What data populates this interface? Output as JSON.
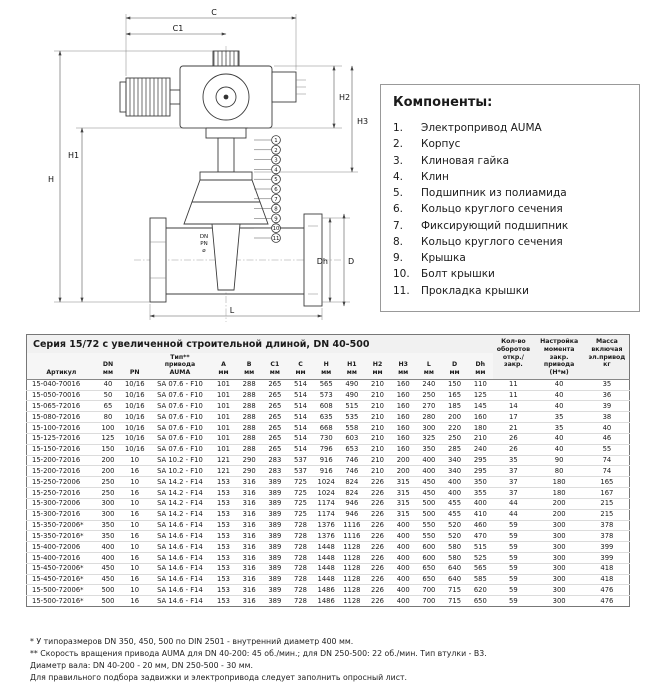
{
  "drawing": {
    "dims": {
      "C": "C",
      "C1": "C1",
      "H": "H",
      "H1": "H1",
      "H2": "H2",
      "H3": "H3",
      "L": "L",
      "D": "D",
      "Dh": "Dh"
    },
    "callouts": [
      "1",
      "2",
      "3",
      "4",
      "5",
      "6",
      "7",
      "8",
      "9",
      "10",
      "11"
    ],
    "body_marks": [
      "DN",
      "PN",
      "⌀"
    ]
  },
  "components": {
    "title": "Компоненты:",
    "items": [
      {
        "num": "1.",
        "label": "Электропривод AUMA"
      },
      {
        "num": "2.",
        "label": "Корпус"
      },
      {
        "num": "3.",
        "label": "Клиновая гайка"
      },
      {
        "num": "4.",
        "label": "Клин"
      },
      {
        "num": "5.",
        "label": "Подшипник из полиамида"
      },
      {
        "num": "6.",
        "label": "Кольцо круглого сечения"
      },
      {
        "num": "7.",
        "label": "Фиксирующий подшипник"
      },
      {
        "num": "8.",
        "label": "Кольцо круглого сечения"
      },
      {
        "num": "9.",
        "label": "Крышка"
      },
      {
        "num": "10.",
        "label": "Болт крышки"
      },
      {
        "num": "11.",
        "label": "Прокладка крышки"
      }
    ]
  },
  "table": {
    "title": "Серия 15/72 с увеличенной строительной длиной, DN 40-500",
    "columns": [
      "Артикул",
      "DN\nмм",
      "PN",
      "Тип**\nпривода\nAUMA",
      "A\nмм",
      "B\nмм",
      "C1\nмм",
      "C\nмм",
      "H\nмм",
      "H1\nмм",
      "H2\nмм",
      "H3\nмм",
      "L\nмм",
      "D\nмм",
      "Dh\nмм"
    ],
    "extra_columns": [
      "Кол-во\nоборотов\nоткр./закр.",
      "Настройка\nмомента закр.\nпривода\n(Н*м)",
      "Масса\nвключая\nэл.привод\nкг"
    ],
    "rows": [
      [
        "15-040-70016",
        "40",
        "10/16",
        "SA 07.6 - F10",
        "101",
        "288",
        "265",
        "514",
        "565",
        "490",
        "210",
        "160",
        "240",
        "150",
        "110",
        "11",
        "40",
        "35"
      ],
      [
        "15-050-70016",
        "50",
        "10/16",
        "SA 07.6 - F10",
        "101",
        "288",
        "265",
        "514",
        "573",
        "490",
        "210",
        "160",
        "250",
        "165",
        "125",
        "11",
        "40",
        "36"
      ],
      [
        "15-065-72016",
        "65",
        "10/16",
        "SA 07.6 - F10",
        "101",
        "288",
        "265",
        "514",
        "608",
        "515",
        "210",
        "160",
        "270",
        "185",
        "145",
        "14",
        "40",
        "39"
      ],
      [
        "15-080-72016",
        "80",
        "10/16",
        "SA 07.6 - F10",
        "101",
        "288",
        "265",
        "514",
        "635",
        "535",
        "210",
        "160",
        "280",
        "200",
        "160",
        "17",
        "35",
        "38"
      ],
      [
        "15-100-72016",
        "100",
        "10/16",
        "SA 07.6 - F10",
        "101",
        "288",
        "265",
        "514",
        "668",
        "558",
        "210",
        "160",
        "300",
        "220",
        "180",
        "21",
        "35",
        "40"
      ],
      [
        "15-125-72016",
        "125",
        "10/16",
        "SA 07.6 - F10",
        "101",
        "288",
        "265",
        "514",
        "730",
        "603",
        "210",
        "160",
        "325",
        "250",
        "210",
        "26",
        "40",
        "46"
      ],
      [
        "15-150-72016",
        "150",
        "10/16",
        "SA 07.6 - F10",
        "101",
        "288",
        "265",
        "514",
        "796",
        "653",
        "210",
        "160",
        "350",
        "285",
        "240",
        "26",
        "40",
        "55"
      ],
      [
        "15-200-72016",
        "200",
        "10",
        "SA 10.2 - F10",
        "121",
        "290",
        "283",
        "537",
        "916",
        "746",
        "210",
        "200",
        "400",
        "340",
        "295",
        "35",
        "90",
        "74"
      ],
      [
        "15-200-72016",
        "200",
        "16",
        "SA 10.2 - F10",
        "121",
        "290",
        "283",
        "537",
        "916",
        "746",
        "210",
        "200",
        "400",
        "340",
        "295",
        "37",
        "80",
        "74"
      ],
      [
        "15-250-72006",
        "250",
        "10",
        "SA 14.2 - F14",
        "153",
        "316",
        "389",
        "725",
        "1024",
        "824",
        "226",
        "315",
        "450",
        "400",
        "350",
        "37",
        "180",
        "165"
      ],
      [
        "15-250-72016",
        "250",
        "16",
        "SA 14.2 - F14",
        "153",
        "316",
        "389",
        "725",
        "1024",
        "824",
        "226",
        "315",
        "450",
        "400",
        "355",
        "37",
        "180",
        "167"
      ],
      [
        "15-300-72006",
        "300",
        "10",
        "SA 14.2 - F14",
        "153",
        "316",
        "389",
        "725",
        "1174",
        "946",
        "226",
        "315",
        "500",
        "455",
        "400",
        "44",
        "200",
        "215"
      ],
      [
        "15-300-72016",
        "300",
        "16",
        "SA 14.2 - F14",
        "153",
        "316",
        "389",
        "725",
        "1174",
        "946",
        "226",
        "315",
        "500",
        "455",
        "410",
        "44",
        "200",
        "215"
      ],
      [
        "15-350-72006*",
        "350",
        "10",
        "SA 14.6 - F14",
        "153",
        "316",
        "389",
        "728",
        "1376",
        "1116",
        "226",
        "400",
        "550",
        "520",
        "460",
        "59",
        "300",
        "378"
      ],
      [
        "15-350-72016*",
        "350",
        "16",
        "SA 14.6 - F14",
        "153",
        "316",
        "389",
        "728",
        "1376",
        "1116",
        "226",
        "400",
        "550",
        "520",
        "470",
        "59",
        "300",
        "378"
      ],
      [
        "15-400-72006",
        "400",
        "10",
        "SA 14.6 - F14",
        "153",
        "316",
        "389",
        "728",
        "1448",
        "1128",
        "226",
        "400",
        "600",
        "580",
        "515",
        "59",
        "300",
        "399"
      ],
      [
        "15-400-72016",
        "400",
        "16",
        "SA 14.6 - F14",
        "153",
        "316",
        "389",
        "728",
        "1448",
        "1128",
        "226",
        "400",
        "600",
        "580",
        "525",
        "59",
        "300",
        "399"
      ],
      [
        "15-450-72006*",
        "450",
        "10",
        "SA 14.6 - F14",
        "153",
        "316",
        "389",
        "728",
        "1448",
        "1128",
        "226",
        "400",
        "650",
        "640",
        "565",
        "59",
        "300",
        "418"
      ],
      [
        "15-450-72016*",
        "450",
        "16",
        "SA 14.6 - F14",
        "153",
        "316",
        "389",
        "728",
        "1448",
        "1128",
        "226",
        "400",
        "650",
        "640",
        "585",
        "59",
        "300",
        "418"
      ],
      [
        "15-500-72006*",
        "500",
        "10",
        "SA 14.6 - F14",
        "153",
        "316",
        "389",
        "728",
        "1486",
        "1128",
        "226",
        "400",
        "700",
        "715",
        "620",
        "59",
        "300",
        "476"
      ],
      [
        "15-500-72016*",
        "500",
        "16",
        "SA 14.6 - F14",
        "153",
        "316",
        "389",
        "728",
        "1486",
        "1128",
        "226",
        "400",
        "700",
        "715",
        "650",
        "59",
        "300",
        "476"
      ]
    ]
  },
  "notes": [
    "*  У типоразмеров DN 350, 450, 500 по DIN 2501 - внутренний диаметр 400 мм.",
    "** Скорость вращения привода AUMA для DN 40-200: 45 об./мин.; для DN 250-500: 22 об./мин. Тип втулки - В3.",
    "Диаметр вала: DN 40-200 - 20 мм, DN 250-500 - 30 мм.",
    "Для правильного подбора задвижки и электропривода следует заполнить опросный лист."
  ]
}
